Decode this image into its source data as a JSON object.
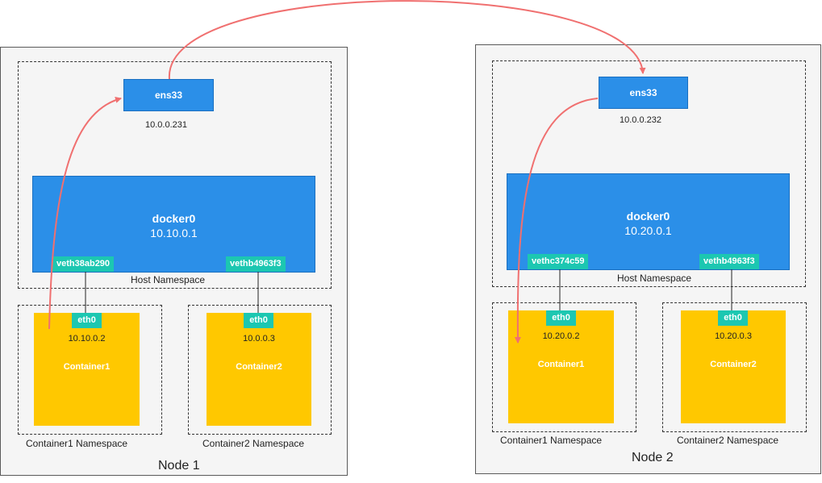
{
  "node1": {
    "label": "Node 1",
    "ens": {
      "name": "ens33",
      "ip": "10.0.0.231"
    },
    "docker": {
      "name": "docker0",
      "ip": "10.10.0.1"
    },
    "host_ns_label": "Host Namespace",
    "veth1": "veth38ab290",
    "veth2": "vethb4963f3",
    "c1": {
      "eth": "eth0",
      "ip": "10.10.0.2",
      "name": "Container1",
      "ns_label": "Container1  Namespace"
    },
    "c2": {
      "eth": "eth0",
      "ip": "10.0.0.3",
      "name": "Container2",
      "ns_label": "Container2  Namespace"
    }
  },
  "node2": {
    "label": "Node 2",
    "ens": {
      "name": "ens33",
      "ip": "10.0.0.232"
    },
    "docker": {
      "name": "docker0",
      "ip": "10.20.0.1"
    },
    "host_ns_label": "Host Namespace",
    "veth1": "vethc374c59",
    "veth2": "vethb4963f3",
    "c1": {
      "eth": "eth0",
      "ip": "10.20.0.2",
      "name": "Container1",
      "ns_label": "Container1  Namespace"
    },
    "c2": {
      "eth": "eth0",
      "ip": "10.20.0.3",
      "name": "Container2",
      "ns_label": "Container2  Namespace"
    }
  },
  "colors": {
    "node_bg": "#f5f5f5",
    "interface_blue": "#2b8fe8",
    "veth_teal": "#1cc7b1",
    "container_yellow": "#ffc800",
    "packet_path": "#f07070"
  }
}
